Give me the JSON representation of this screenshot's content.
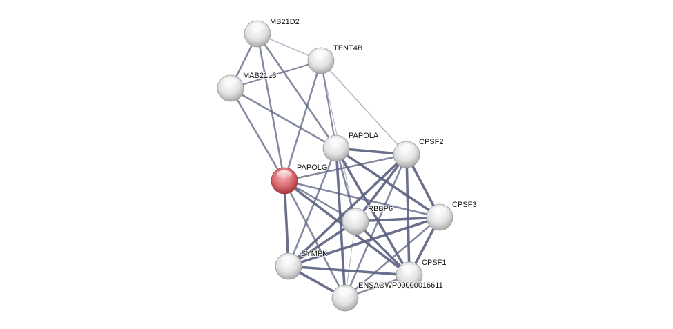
{
  "nodes": [
    {
      "id": "MB21D2",
      "label": "MB21D2",
      "query": false
    },
    {
      "id": "TENT4B",
      "label": "TENT4B",
      "query": false
    },
    {
      "id": "MAB21L3",
      "label": "MAB21L3",
      "query": false
    },
    {
      "id": "PAPOLA",
      "label": "PAPOLA",
      "query": false
    },
    {
      "id": "CPSF2",
      "label": "CPSF2",
      "query": false
    },
    {
      "id": "PAPOLG",
      "label": "PAPOLG",
      "query": true
    },
    {
      "id": "RBBP6",
      "label": "RBBP6",
      "query": false
    },
    {
      "id": "CPSF3",
      "label": "CPSF3",
      "query": false
    },
    {
      "id": "SYMPK",
      "label": "SYMPK",
      "query": false
    },
    {
      "id": "CPSF1",
      "label": "CPSF1",
      "query": false
    },
    {
      "id": "ENSAOWP00000016611",
      "label": "ENSAOWP00000016611",
      "query": false
    }
  ],
  "edges": [
    [
      "MB21D2",
      "MAB21L3",
      2
    ],
    [
      "MB21D2",
      "PAPOLG",
      2
    ],
    [
      "MB21D2",
      "PAPOLA",
      2
    ],
    [
      "MB21D2",
      "TENT4B",
      1
    ],
    [
      "TENT4B",
      "MAB21L3",
      1.5
    ],
    [
      "TENT4B",
      "PAPOLG",
      2
    ],
    [
      "TENT4B",
      "PAPOLA",
      1.5
    ],
    [
      "TENT4B",
      "CPSF2",
      1
    ],
    [
      "TENT4B",
      "RBBP6",
      0.5
    ],
    [
      "MAB21L3",
      "PAPOLG",
      2
    ],
    [
      "MAB21L3",
      "PAPOLA",
      2
    ],
    [
      "PAPOLA",
      "CPSF2",
      3
    ],
    [
      "PAPOLA",
      "SYMPK",
      2
    ],
    [
      "PAPOLA",
      "ENSAOWP00000016611",
      3
    ],
    [
      "PAPOLA",
      "RBBP6",
      2
    ],
    [
      "PAPOLA",
      "CPSF1",
      3
    ],
    [
      "PAPOLA",
      "CPSF3",
      3
    ],
    [
      "PAPOLG",
      "CPSF2",
      2
    ],
    [
      "PAPOLG",
      "CPSF3",
      2
    ],
    [
      "PAPOLG",
      "RBBP6",
      2
    ],
    [
      "PAPOLG",
      "CPSF1",
      3
    ],
    [
      "PAPOLG",
      "SYMPK",
      3
    ],
    [
      "PAPOLG",
      "ENSAOWP00000016611",
      2
    ],
    [
      "CPSF2",
      "RBBP6",
      3
    ],
    [
      "CPSF2",
      "CPSF3",
      3
    ],
    [
      "CPSF2",
      "CPSF1",
      3
    ],
    [
      "CPSF2",
      "SYMPK",
      3
    ],
    [
      "CPSF2",
      "ENSAOWP00000016611",
      2
    ],
    [
      "RBBP6",
      "CPSF3",
      3
    ],
    [
      "RBBP6",
      "SYMPK",
      3
    ],
    [
      "RBBP6",
      "CPSF1",
      3
    ],
    [
      "RBBP6",
      "ENSAOWP00000016611",
      0.5
    ],
    [
      "CPSF3",
      "SYMPK",
      3
    ],
    [
      "CPSF3",
      "CPSF1",
      3
    ],
    [
      "CPSF3",
      "ENSAOWP00000016611",
      2
    ],
    [
      "SYMPK",
      "CPSF1",
      3
    ],
    [
      "SYMPK",
      "ENSAOWP00000016611",
      3
    ],
    [
      "CPSF1",
      "ENSAOWP00000016611",
      2
    ]
  ],
  "colors": {
    "edge": "#5a6180",
    "node": "#e6e6e6",
    "query_node": "#d9646a"
  }
}
